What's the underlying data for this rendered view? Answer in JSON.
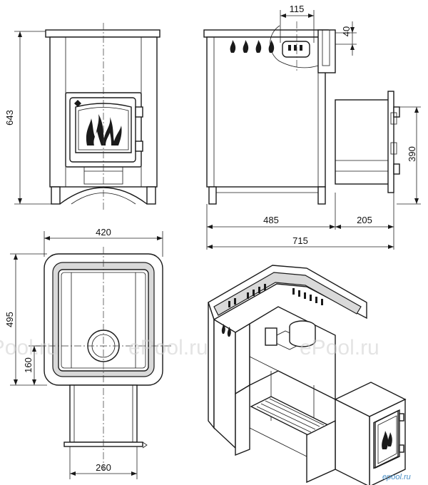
{
  "dimensions": {
    "front_height": "643",
    "side_top_width": "115",
    "side_top_depth": "40",
    "side_tank_height": "390",
    "side_body_depth": "485",
    "side_tank_depth": "205",
    "side_total_depth": "715",
    "top_width": "420",
    "top_depth": "495",
    "top_hole_offset": "160",
    "bottom_tunnel_width": "260"
  },
  "watermarks": {
    "left": "ePool.ru",
    "middle": "ePool.ru",
    "right": "ePool.ru",
    "corner": "epool.ru"
  },
  "colors": {
    "line": "#1a1a1a",
    "watermark": "#cfcfcf",
    "corner_watermark": "#4a90c8"
  }
}
